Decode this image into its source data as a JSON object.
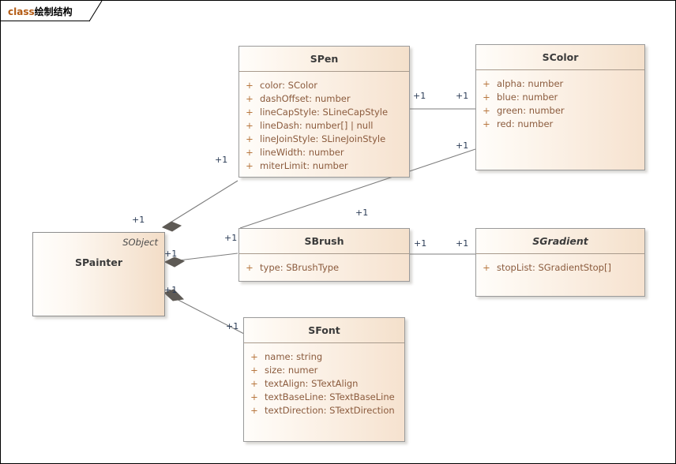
{
  "diagram": {
    "tab_keyword": "class",
    "tab_title": "绘制结构",
    "background": "#ffffff",
    "border_color": "#000000",
    "box_fill_left": "#fffdfa",
    "box_fill_right": "#f6e2cf",
    "box_border": "#9a9a9a",
    "attribute_color": "#8b5b3d",
    "multiplicity_color": "#2a3b55"
  },
  "classes": {
    "spen": {
      "name": "SPen",
      "abstract": false,
      "attributes": [
        {
          "vis": "+",
          "sig": "color: SColor"
        },
        {
          "vis": "+",
          "sig": "dashOffset: number"
        },
        {
          "vis": "+",
          "sig": "lineCapStyle: SLineCapStyle"
        },
        {
          "vis": "+",
          "sig": "lineDash: number[] | null"
        },
        {
          "vis": "+",
          "sig": "lineJoinStyle: SLineJoinStyle"
        },
        {
          "vis": "+",
          "sig": "lineWidth: number"
        },
        {
          "vis": "+",
          "sig": "miterLimit: number"
        }
      ]
    },
    "scolor": {
      "name": "SColor",
      "abstract": false,
      "attributes": [
        {
          "vis": "+",
          "sig": "alpha: number"
        },
        {
          "vis": "+",
          "sig": "blue: number"
        },
        {
          "vis": "+",
          "sig": "green: number"
        },
        {
          "vis": "+",
          "sig": "red: number"
        }
      ]
    },
    "sbrush": {
      "name": "SBrush",
      "abstract": false,
      "attributes": [
        {
          "vis": "+",
          "sig": "type: SBrushType"
        }
      ]
    },
    "sgradient": {
      "name": "SGradient",
      "abstract": true,
      "attributes": [
        {
          "vis": "+",
          "sig": "stopList: SGradientStop[]"
        }
      ]
    },
    "sfont": {
      "name": "SFont",
      "abstract": false,
      "attributes": [
        {
          "vis": "+",
          "sig": "name: string"
        },
        {
          "vis": "+",
          "sig": "size: numer"
        },
        {
          "vis": "+",
          "sig": "textAlign: STextAlign"
        },
        {
          "vis": "+",
          "sig": "textBaseLine: STextBaseLine"
        },
        {
          "vis": "+",
          "sig": "textDirection: STextDirection"
        }
      ]
    },
    "spainter": {
      "name": "SPainter",
      "stereotype": "SObject",
      "abstract": false,
      "attributes": []
    }
  },
  "multiplicities": {
    "spainter_to_spen_src": "+1",
    "spainter_to_spen_dst": "+1",
    "spen_to_scolor_src": "+1",
    "spen_to_scolor_dst": "+1",
    "spainter_to_sbrush_src": "+1",
    "spainter_to_sbrush_dst": "+1",
    "sbrush_to_sgradient_src": "+1",
    "sbrush_to_sgradient_dst": "+1",
    "sbrush_to_scolor_src": "+1",
    "sbrush_to_scolor_dst": "+1",
    "spainter_to_sfont_src": "+1",
    "spainter_to_sfont_dst": "+1"
  }
}
